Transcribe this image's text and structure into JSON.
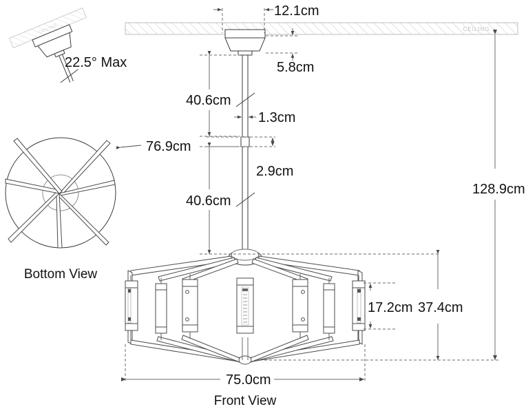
{
  "drawing": {
    "title": "Chandelier Dimension Drawing",
    "units": "cm",
    "background_color": "#ffffff",
    "line_color": "#333333",
    "dim_line_color": "#555555",
    "hatch_color": "#bfbfbf",
    "text_color": "#111111"
  },
  "views": {
    "front": {
      "label": "Front View"
    },
    "bottom": {
      "label": "Bottom View"
    },
    "tilt_detail": {
      "label": "22.5° Max",
      "ceiling_tag": "CEILING"
    }
  },
  "ceiling": {
    "tag": "CEILING"
  },
  "dimensions": {
    "canopy_width": "12.1cm",
    "canopy_height": "5.8cm",
    "rod_upper": "40.6cm",
    "rod_diameter": "1.3cm",
    "coupler": "2.9cm",
    "rod_lower": "40.6cm",
    "shade_diameter_bottom": "76.9cm",
    "lamp_height": "17.2cm",
    "fixture_height": "37.4cm",
    "overall_height": "128.9cm",
    "overall_width": "75.0cm",
    "max_tilt": "22.5° Max"
  }
}
